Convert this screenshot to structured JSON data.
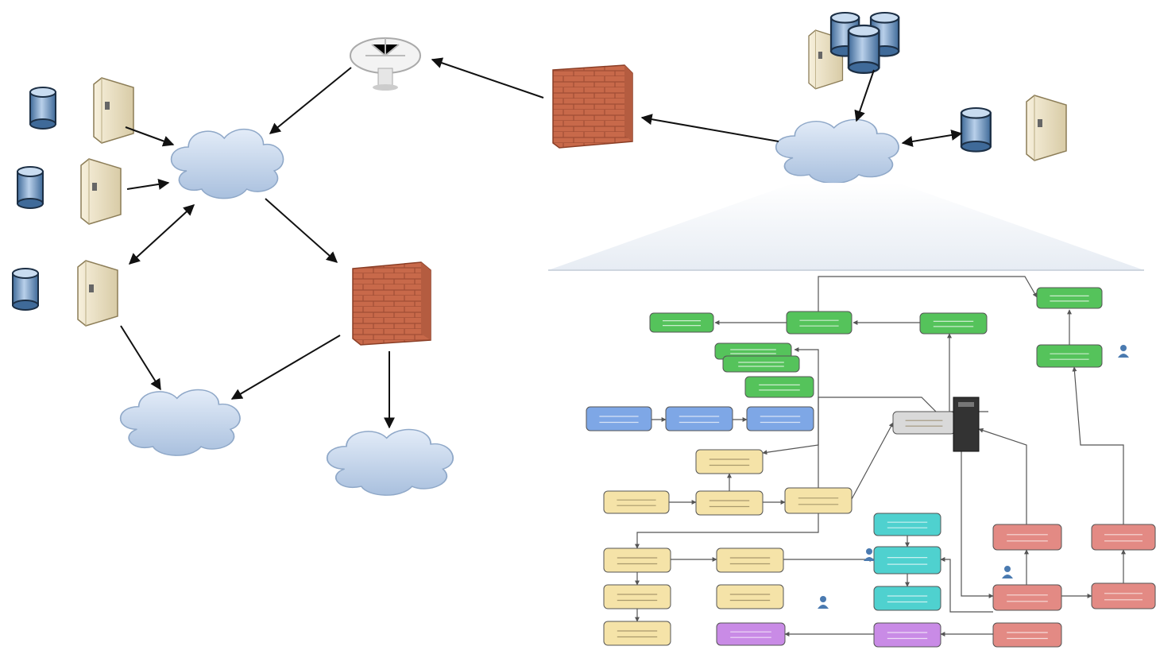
{
  "colors": {
    "background": "#ffffff",
    "cloud": "#c9d8ec",
    "firewall": "#c8694a",
    "server": "#ece3cc",
    "database": "#6f94bd",
    "box_green": "#55c35b",
    "box_blue": "#7ea7e6",
    "box_yellow": "#f5e3a8",
    "box_cyan": "#4fd1cf",
    "box_red": "#e38a84",
    "box_purple": "#c98be6",
    "box_gray": "#d9d9d9",
    "connector": "#111111"
  },
  "icons": [
    "satellite-dish-icon",
    "firewall-icon",
    "server-icon",
    "database-icon",
    "cloud-icon",
    "storage-cluster-icon",
    "network-switch-icon",
    "person-icon"
  ],
  "diagram": {
    "workflow_boxes": [
      {
        "name": "box-green-1",
        "color": "green",
        "label": ""
      },
      {
        "name": "box-green-2",
        "color": "green",
        "label": ""
      },
      {
        "name": "box-green-3",
        "color": "green",
        "label": ""
      },
      {
        "name": "box-green-4",
        "color": "green",
        "label": ""
      },
      {
        "name": "box-green-5",
        "color": "green",
        "label": ""
      },
      {
        "name": "box-green-stack-1",
        "color": "green",
        "label": ""
      },
      {
        "name": "box-green-stack-2",
        "color": "green",
        "label": ""
      },
      {
        "name": "box-green-stack-3",
        "color": "green",
        "label": ""
      },
      {
        "name": "box-blue-1",
        "color": "blue",
        "label": ""
      },
      {
        "name": "box-blue-2",
        "color": "blue",
        "label": ""
      },
      {
        "name": "box-blue-3",
        "color": "blue",
        "label": ""
      },
      {
        "name": "box-yellow-1",
        "color": "yellow",
        "label": ""
      },
      {
        "name": "box-yellow-2",
        "color": "yellow",
        "label": ""
      },
      {
        "name": "box-yellow-3",
        "color": "yellow",
        "label": ""
      },
      {
        "name": "box-yellow-4",
        "color": "yellow",
        "label": ""
      },
      {
        "name": "box-yellow-5",
        "color": "yellow",
        "label": ""
      },
      {
        "name": "box-yellow-6",
        "color": "yellow",
        "label": ""
      },
      {
        "name": "box-yellow-7",
        "color": "yellow",
        "label": ""
      },
      {
        "name": "box-yellow-8",
        "color": "yellow",
        "label": ""
      },
      {
        "name": "box-yellow-9",
        "color": "yellow",
        "label": ""
      },
      {
        "name": "box-cyan-1",
        "color": "cyan",
        "label": ""
      },
      {
        "name": "box-cyan-2",
        "color": "cyan",
        "label": ""
      },
      {
        "name": "box-cyan-3",
        "color": "cyan",
        "label": ""
      },
      {
        "name": "box-red-1",
        "color": "red",
        "label": ""
      },
      {
        "name": "box-red-2",
        "color": "red",
        "label": ""
      },
      {
        "name": "box-red-3",
        "color": "red",
        "label": ""
      },
      {
        "name": "box-red-4",
        "color": "red",
        "label": ""
      },
      {
        "name": "box-red-5",
        "color": "red",
        "label": ""
      },
      {
        "name": "box-purple-1",
        "color": "purple",
        "label": ""
      },
      {
        "name": "box-purple-2",
        "color": "purple",
        "label": ""
      },
      {
        "name": "box-gray-1",
        "color": "gray",
        "label": ""
      }
    ]
  }
}
